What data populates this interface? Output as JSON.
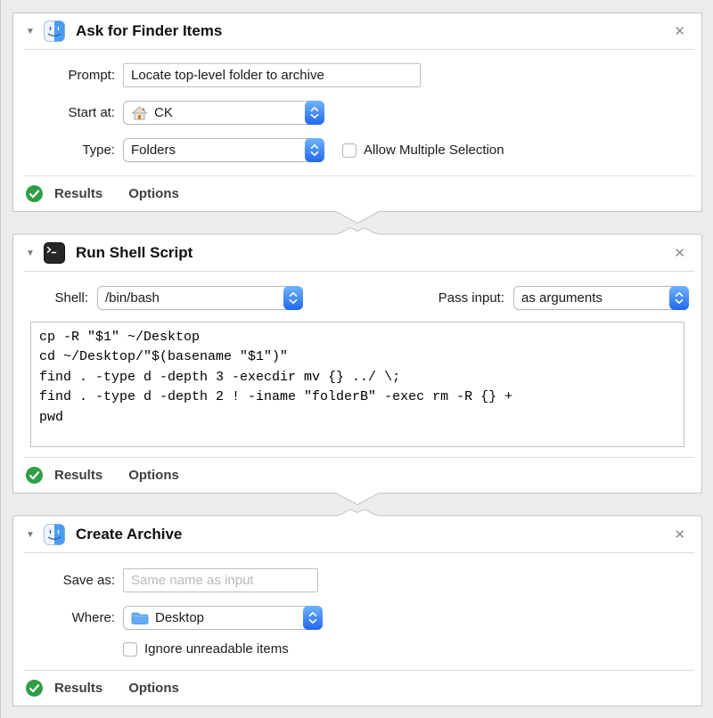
{
  "colors": {
    "accent_blue": "#2e7bf6",
    "success_green": "#2f9e44",
    "page_bg": "#ececec"
  },
  "icons": {
    "disclosure": "▼",
    "close": "✕"
  },
  "block1": {
    "title": "Ask for Finder Items",
    "prompt_label": "Prompt:",
    "prompt_value": "Locate top-level folder to archive",
    "start_label": "Start at:",
    "start_value": "CK",
    "type_label": "Type:",
    "type_value": "Folders",
    "multi_label": "Allow Multiple Selection",
    "results": "Results",
    "options": "Options"
  },
  "block2": {
    "title": "Run Shell Script",
    "shell_label": "Shell:",
    "shell_value": "/bin/bash",
    "pass_label": "Pass input:",
    "pass_value": "as arguments",
    "script": "cp -R \"$1\" ~/Desktop\ncd ~/Desktop/\"$(basename \"$1\")\"\nfind . -type d -depth 3 -execdir mv {} ../ \\;\nfind . -type d -depth 2 ! -iname \"folderB\" -exec rm -R {} +\npwd",
    "results": "Results",
    "options": "Options"
  },
  "block3": {
    "title": "Create Archive",
    "saveas_label": "Save as:",
    "saveas_placeholder": "Same name as input",
    "where_label": "Where:",
    "where_value": "Desktop",
    "ignore_label": "Ignore unreadable items",
    "results": "Results",
    "options": "Options"
  }
}
